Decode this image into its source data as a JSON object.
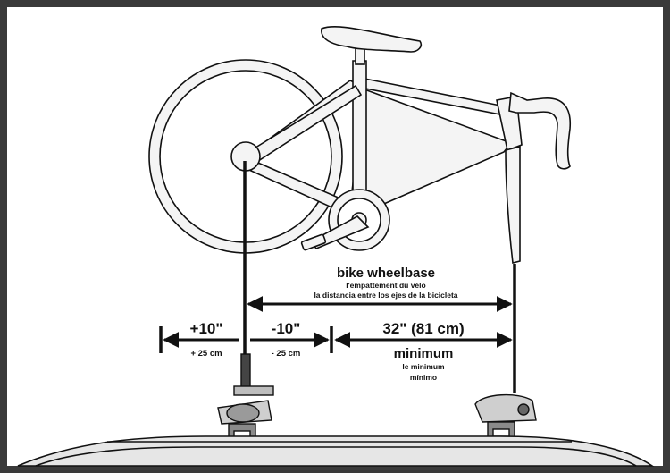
{
  "labels": {
    "wheelbase_title": "bike wheelbase",
    "wheelbase_fr": "l'empattement du vélo",
    "wheelbase_es": "la distancia entre los ejes de la bicicleta",
    "plus_in": "+10\"",
    "plus_cm": "+ 25 cm",
    "minus_in": "-10\"",
    "minus_cm": "- 25 cm",
    "min_distance": "32\" (81 cm)",
    "minimum_en": "minimum",
    "minimum_fr": "le minimum",
    "minimum_es": "mínimo"
  },
  "colors": {
    "frame_border": "#3a3a3a",
    "background": "#ffffff",
    "line": "#111111",
    "bike_fill": "#f4f4f4",
    "roof": "#e6e6e6",
    "mount": "#8a8a8a"
  }
}
